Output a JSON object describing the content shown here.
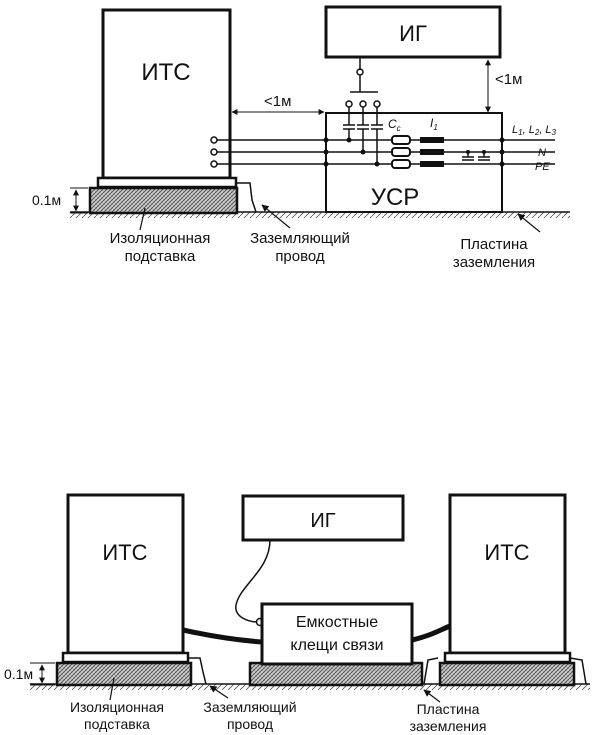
{
  "top_diagram": {
    "its_label": "ИТС",
    "ig_label": "ИГ",
    "usr_label": "УСР",
    "distance_h": "<1м",
    "distance_v": "<1м",
    "height_label": "0.1м",
    "cap_label": "C",
    "cap_sub": "c",
    "ind_label": "I",
    "ind_sub": "1",
    "line_L": "L",
    "line_L1_sub": "1",
    "line_L2_sub": "2",
    "line_L3_sub": "3",
    "line_N": "N",
    "line_PE": "PE",
    "caption_insulation_1": "Изоляционная",
    "caption_insulation_2": "подставка",
    "caption_wire_1": "Заземляющий",
    "caption_wire_2": "провод",
    "caption_plate_1": "Пластина",
    "caption_plate_2": "заземления"
  },
  "bottom_diagram": {
    "its_left_label": "ИТС",
    "its_right_label": "ИТС",
    "ig_label": "ИГ",
    "clamp_label_1": "Емкостные",
    "clamp_label_2": "клещи связи",
    "height_label": "0.1м",
    "caption_insulation_1": "Изоляционная",
    "caption_insulation_2": "подставка",
    "caption_wire_1": "Заземляющий",
    "caption_wire_2": "провод",
    "caption_plate_1": "Пластина",
    "caption_plate_2": "заземления"
  }
}
